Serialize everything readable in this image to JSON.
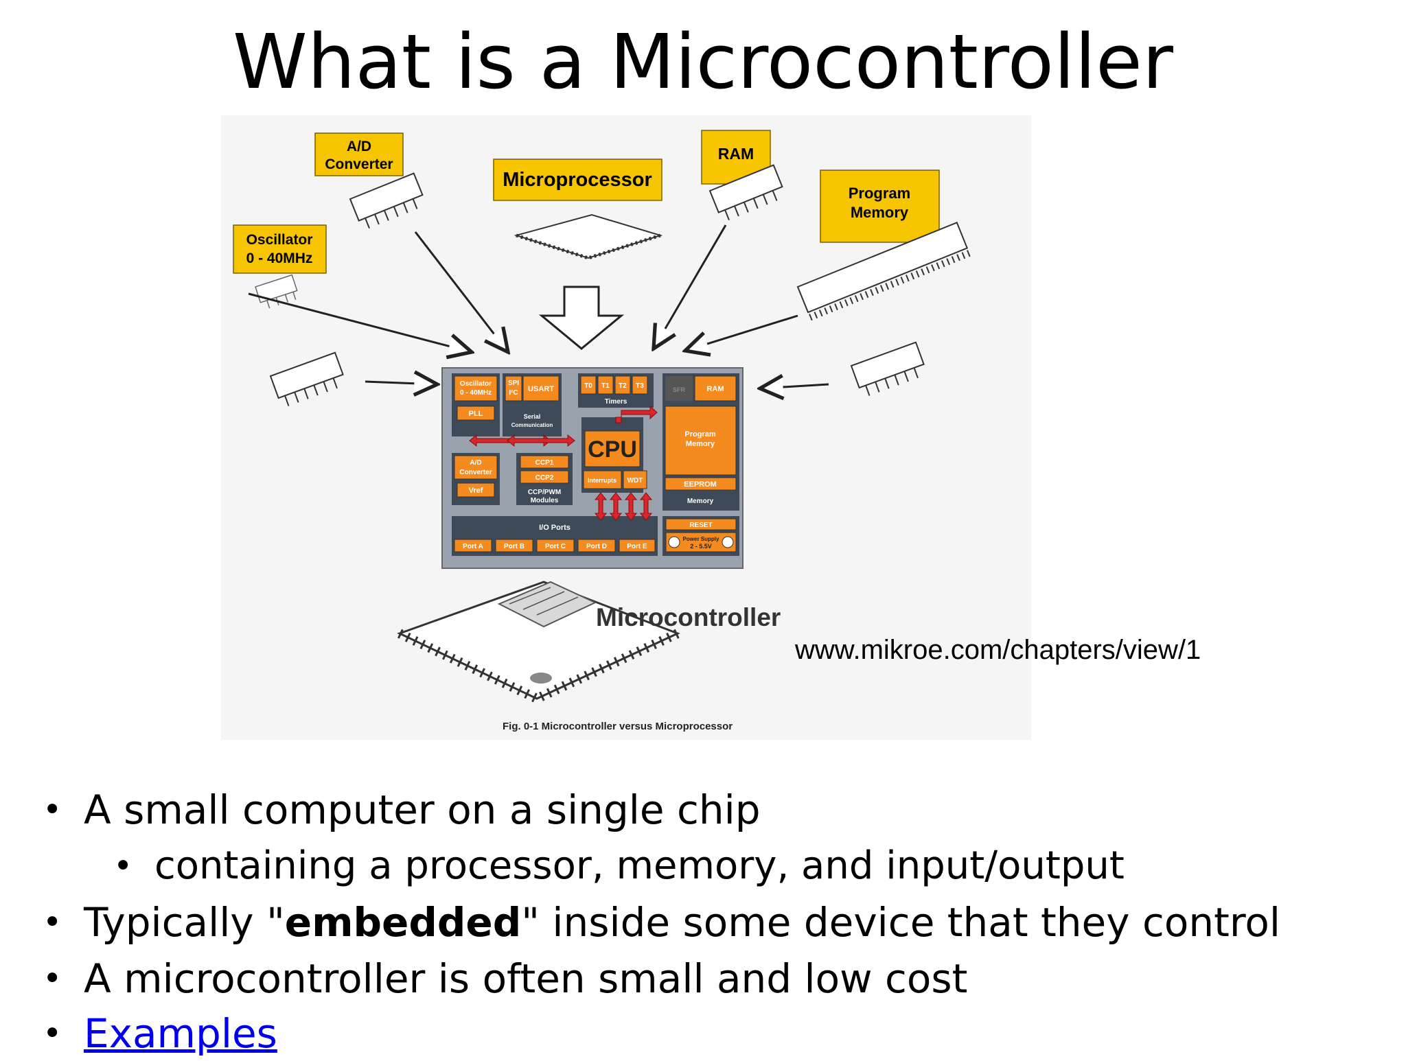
{
  "slide": {
    "title": "What is a Microcontroller"
  },
  "figure": {
    "external_labels": {
      "ad_converter_line1": "A/D",
      "ad_converter_line2": "Converter",
      "microprocessor": "Microprocessor",
      "ram": "RAM",
      "program_memory_line1": "Program",
      "program_memory_line2": "Memory",
      "oscillator_line1": "Oscillator",
      "oscillator_line2": "0 - 40MHz"
    },
    "chip_blocks": {
      "oscillator_line1": "Oscillator",
      "oscillator_line2": "0 - 40MHz",
      "spi": "SPI",
      "i2c": "I²C",
      "usart": "USART",
      "t0": "T0",
      "t1": "T1",
      "t2": "T2",
      "t3": "T3",
      "sfr": "SFR",
      "ram": "RAM",
      "pll": "PLL",
      "serial_line1": "Serial",
      "serial_line2": "Communication",
      "timers": "Timers",
      "program_memory_line1": "Program",
      "program_memory_line2": "Memory",
      "cpu": "CPU",
      "ad_line1": "A/D",
      "ad_line2": "Converter",
      "vref": "Vref",
      "ccp1": "CCP1",
      "ccp2": "CCP2",
      "ccp_modules_line1": "CCP/PWM",
      "ccp_modules_line2": "Modules",
      "interrupts": "Interrupts",
      "wdt": "WDT",
      "eeprom": "EEPROM",
      "memory": "Memory",
      "io_ports": "I/O Ports",
      "reset": "RESET",
      "power_line1": "Power Supply",
      "power_line2": "2 - 5.5V",
      "port_a": "Port A",
      "port_b": "Port B",
      "port_c": "Port C",
      "port_d": "Port D",
      "port_e": "Port E"
    },
    "microcontroller_label": "Microcontroller",
    "caption": "Fig. 0-1 Microcontroller versus Microprocessor",
    "source_url": "www.mikroe.com/chapters/view/1"
  },
  "bullets": {
    "b1": "A small computer on a single chip",
    "b1_sub": "containing a processor, memory, and input/output",
    "b2_pre": "Typically \"",
    "b2_bold": "embedded",
    "b2_post": "\" inside some device that they control",
    "b3": "A microcontroller is often small and low cost",
    "b4_link": "Examples"
  },
  "colors": {
    "label_yellow": "#f7c400",
    "chip_orange": "#f58a1f",
    "board_gray": "#9aa3ad",
    "arrow_red": "#d9262a",
    "link_blue": "#0000ee"
  }
}
